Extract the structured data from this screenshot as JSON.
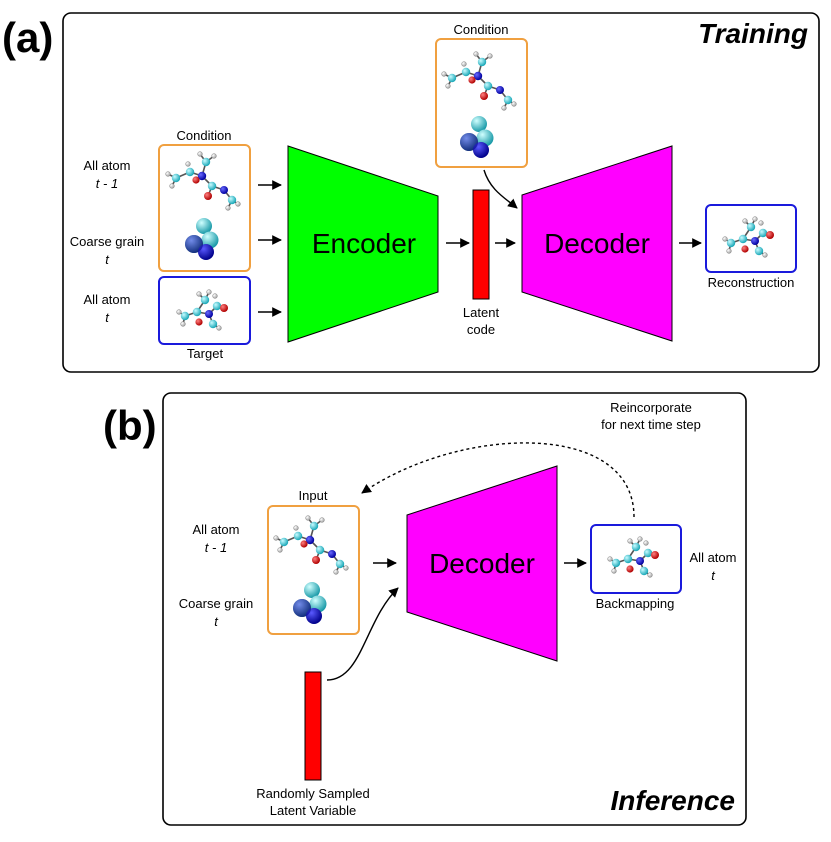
{
  "panel_a": {
    "letter": "(a)",
    "title": "Training",
    "inputs": [
      {
        "line1": "All atom",
        "line2": "t - 1"
      },
      {
        "line1": "Coarse grain",
        "line2": "t"
      },
      {
        "line1": "All atom",
        "line2": "t"
      }
    ],
    "condition_label": "Condition",
    "target_label": "Target",
    "encoder_label": "Encoder",
    "latent_label_1": "Latent",
    "latent_label_2": "code",
    "decoder_condition_label": "Condition",
    "decoder_label": "Decoder",
    "reconstruction_label": "Reconstruction"
  },
  "panel_b": {
    "letter": "(b)",
    "title": "Inference",
    "inputs": [
      {
        "line1": "All atom",
        "line2": "t - 1"
      },
      {
        "line1": "Coarse grain",
        "line2": "t"
      }
    ],
    "input_label": "Input",
    "decoder_label": "Decoder",
    "backmapping_label": "Backmapping",
    "output": {
      "line1": "All atom",
      "line2": "t"
    },
    "feedback_label_1": "Reincorporate",
    "feedback_label_2": "for next time step",
    "latent_label_1": "Randomly Sampled",
    "latent_label_2": "Latent Variable"
  },
  "colors": {
    "encoder": "#00ff00",
    "decoder": "#ff00ff",
    "latent": "#ff0000",
    "condition_box": "#f0a040",
    "target_box": "#1a1adc",
    "atom_carbon": "#40d8e0",
    "atom_nitrogen": "#1010e0",
    "atom_oxygen": "#e01010",
    "atom_hydrogen": "#ffffff"
  }
}
